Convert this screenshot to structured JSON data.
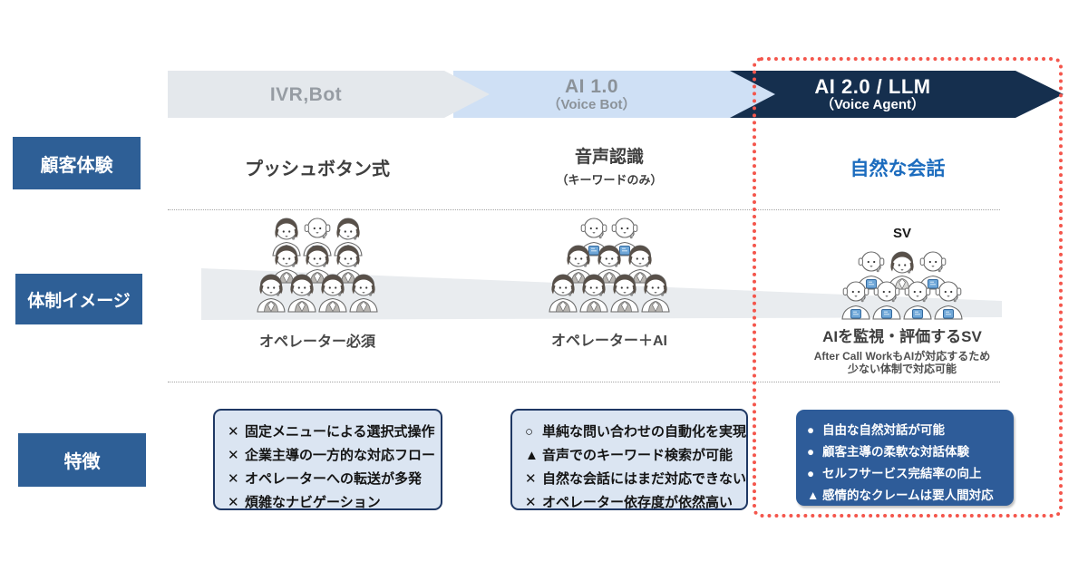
{
  "stages": [
    {
      "label": "IVR,Bot",
      "sublabel": ""
    },
    {
      "label": "AI 1.0",
      "sublabel": "（Voice Bot）"
    },
    {
      "label": "AI 2.0 / LLM",
      "sublabel": "（Voice Agent）"
    }
  ],
  "row_labels": [
    "顧客体験",
    "体制イメージ",
    "特徴"
  ],
  "experience": {
    "col1": "プッシュボタン式",
    "col2_title": "音声認識",
    "col2_sub": "（キーワードのみ）",
    "col3": "自然な会話"
  },
  "teams": [
    {
      "caption": "オペレーター必須",
      "rows": [
        [
          "h",
          "b",
          "h"
        ],
        [
          "h",
          "h",
          "h"
        ],
        [
          "h",
          "h",
          "h",
          "h"
        ]
      ]
    },
    {
      "caption": "オペレーター＋AI",
      "rows": [
        [
          "b",
          "b"
        ],
        [
          "h",
          "h",
          "h"
        ],
        [
          "h",
          "h",
          "h",
          "h"
        ]
      ]
    },
    {
      "caption": "AIを監視・評価するSV",
      "sv_label": "SV",
      "note_line1": "After Call WorkもAIが対応するため",
      "note_line2": "少ない体制で対応可能",
      "rows": [
        [
          "b",
          "sv",
          "b"
        ],
        [
          "b",
          "b",
          "b",
          "b"
        ]
      ]
    }
  ],
  "features": [
    {
      "style": "light",
      "items": [
        {
          "mark": "✕",
          "text": "固定メニューによる選択式操作"
        },
        {
          "mark": "✕",
          "text": "企業主導の一方的な対応フロー"
        },
        {
          "mark": "✕",
          "text": "オペレーターへの転送が多発"
        },
        {
          "mark": "✕",
          "text": "煩雑なナビゲーション"
        }
      ]
    },
    {
      "style": "light",
      "items": [
        {
          "mark": "○",
          "text": "単純な問い合わせの自動化を実現"
        },
        {
          "mark": "▲",
          "text": "音声でのキーワード検索が可能"
        },
        {
          "mark": "✕",
          "text": "自然な会話にはまだ対応できない"
        },
        {
          "mark": "✕",
          "text": "オペレーター依存度が依然高い"
        }
      ]
    },
    {
      "style": "dark",
      "items": [
        {
          "mark": "●",
          "text": "自由な自然対話が可能"
        },
        {
          "mark": "●",
          "text": "顧客主導の柔軟な対話体験"
        },
        {
          "mark": "●",
          "text": "セルフサービス完結率の向上"
        },
        {
          "mark": "▲",
          "text": "感情的なクレームは要人間対応"
        }
      ]
    }
  ],
  "colors": {
    "stage_gray": "#e4e8ec",
    "stage_light_blue": "#cfe0f5",
    "stage_navy": "#152f4e",
    "row_label_blue": "#2e5f96",
    "feature_light_bg": "#dbe5f2",
    "feature_border_navy": "#1f3864",
    "feature_dark_blue": "#2e5c99",
    "highlight_red": "#f4564c",
    "natural_talk_blue": "#1c6cbe",
    "wedge_gray": "#e9ecef",
    "badge_blue": "#6fa7d8"
  }
}
